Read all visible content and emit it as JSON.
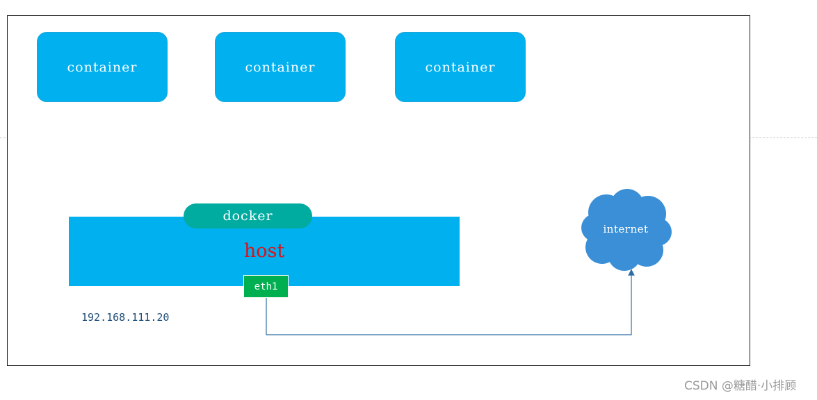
{
  "containers": [
    {
      "label": "container"
    },
    {
      "label": "container"
    },
    {
      "label": "container"
    }
  ],
  "docker": {
    "label": "docker"
  },
  "host": {
    "label": "host"
  },
  "eth": {
    "label": "eth1"
  },
  "ip": {
    "label": "192.168.111.20"
  },
  "internet": {
    "label": "internet",
    "icon": "cloud-icon"
  },
  "watermark": {
    "text": "CSDN @糖醋·小排顾"
  },
  "colors": {
    "container_fill": "#00b0ef",
    "host_fill": "#00b0ef",
    "docker_fill": "#00aba0",
    "eth_fill": "#00b050",
    "host_text": "#e0101a",
    "cloud_fill": "#3a8fd6",
    "connector": "#2e6da4",
    "ip_text": "#1f4e79"
  }
}
